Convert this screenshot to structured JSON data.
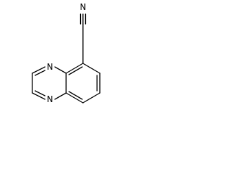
{
  "molecule": {
    "atoms": {
      "nitrile_n": "N",
      "ring_n_upper": "N",
      "ring_n_lower": "N"
    },
    "colors": {
      "bond": "#000000",
      "label": "#000000",
      "background": "#ffffff"
    }
  }
}
